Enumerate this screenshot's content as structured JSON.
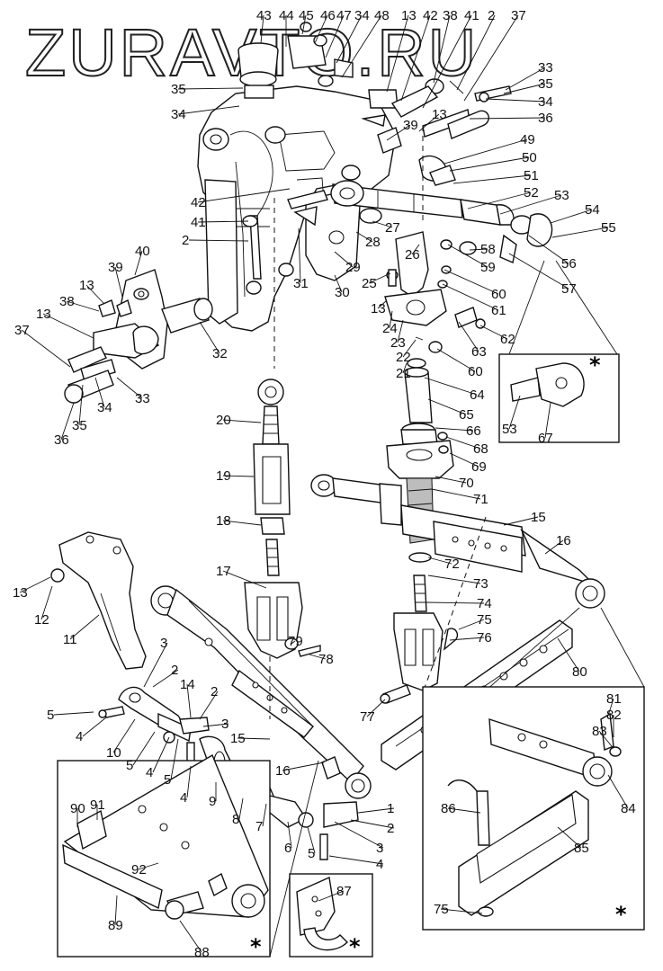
{
  "watermark": "ZURAVTO.RU",
  "inset_marker": "*",
  "labels": [
    "1",
    "2",
    "3",
    "4",
    "5",
    "6",
    "7",
    "8",
    "9",
    "10",
    "11",
    "12",
    "13",
    "14",
    "15",
    "16",
    "17",
    "18",
    "19",
    "20",
    "21",
    "22",
    "23",
    "24",
    "25",
    "26",
    "27",
    "28",
    "29",
    "30",
    "31",
    "32",
    "33",
    "34",
    "35",
    "36",
    "37",
    "38",
    "39",
    "40",
    "41",
    "42",
    "43",
    "44",
    "45",
    "46",
    "47",
    "48",
    "49",
    "50",
    "51",
    "52",
    "53",
    "54",
    "55",
    "56",
    "57",
    "58",
    "59",
    "60",
    "61",
    "62",
    "63",
    "64",
    "65",
    "66",
    "67",
    "68",
    "69",
    "70",
    "71",
    "72",
    "73",
    "74",
    "75",
    "76",
    "77",
    "78",
    "79",
    "80",
    "81",
    "82",
    "83",
    "84",
    "85",
    "86",
    "87",
    "88",
    "89",
    "90",
    "91",
    "92"
  ]
}
